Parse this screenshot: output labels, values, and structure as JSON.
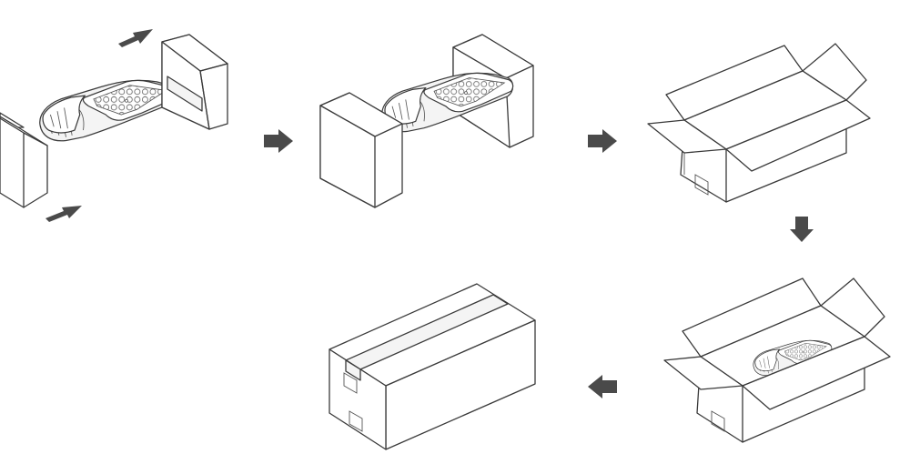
{
  "diagram": {
    "type": "packaging-instructions",
    "steps": [
      {
        "id": 1,
        "content": "light-fixture-with-end-caps"
      },
      {
        "id": 2,
        "content": "fixture-inserted-in-end-caps"
      },
      {
        "id": 3,
        "content": "open-carton"
      },
      {
        "id": 4,
        "content": "fixture-placed-in-carton"
      },
      {
        "id": 5,
        "content": "sealed-carton"
      }
    ],
    "arrow_icon": "thick-right-arrow-icon",
    "motion_arrow_icon": "slanted-arrow-icon"
  },
  "colors": {
    "line": "#3a3a3a",
    "arrow": "#4a4a4a",
    "background": "#ffffff"
  }
}
